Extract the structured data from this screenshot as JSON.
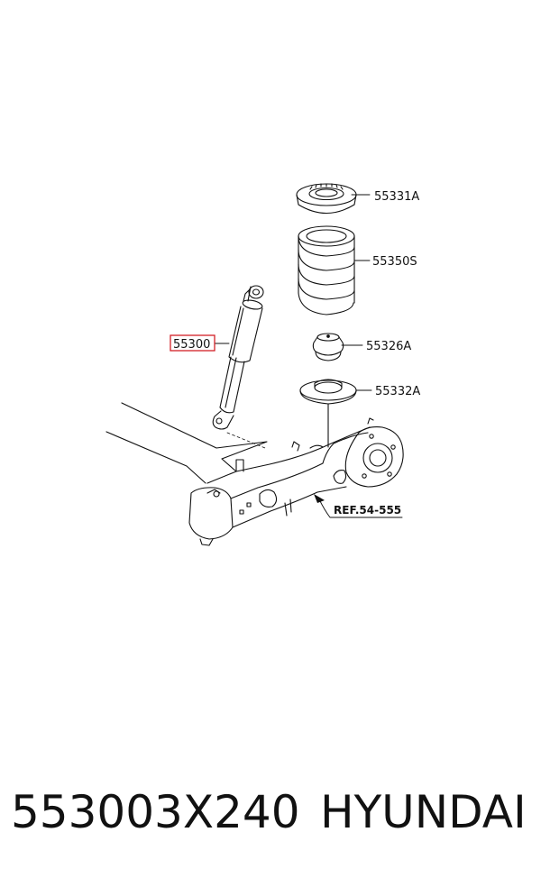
{
  "callouts": {
    "shock_absorber": "55300",
    "spring_seat_upper": "55331A",
    "coil_spring": "55350S",
    "bump_stopper": "55326A",
    "spring_seat_lower": "55332A",
    "reference": "REF.54-555"
  },
  "highlight_color": "#d21f26",
  "caption": {
    "part_number": "553003X240",
    "brand": "HYUNDAI"
  }
}
